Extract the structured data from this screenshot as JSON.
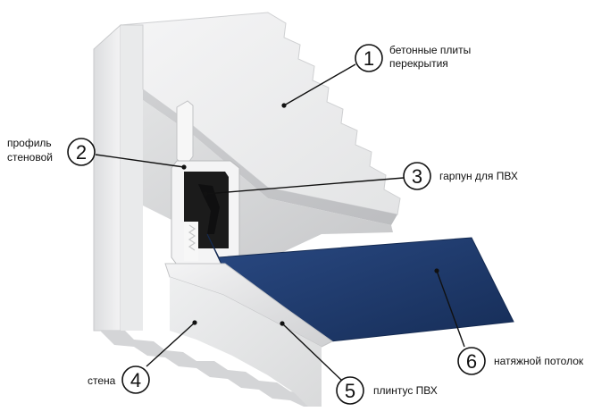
{
  "diagram": {
    "callouts": [
      {
        "number": "1",
        "lines": [
          "бетонные плиты",
          "перекрытия"
        ]
      },
      {
        "number": "2",
        "lines": [
          "профиль",
          "стеновой"
        ]
      },
      {
        "number": "3",
        "lines": [
          "гарпун для ПВХ"
        ]
      },
      {
        "number": "4",
        "lines": [
          "стена"
        ]
      },
      {
        "number": "5",
        "lines": [
          "плинтус ПВХ"
        ]
      },
      {
        "number": "6",
        "lines": [
          "натяжной потолок"
        ]
      }
    ],
    "colors": {
      "ceiling_film": "#1f3a6b",
      "concrete": "#d2d3d4",
      "wall": "#e6e7e8",
      "profile": "#f2f2f2",
      "harpoon": "#1a1a1a"
    }
  }
}
